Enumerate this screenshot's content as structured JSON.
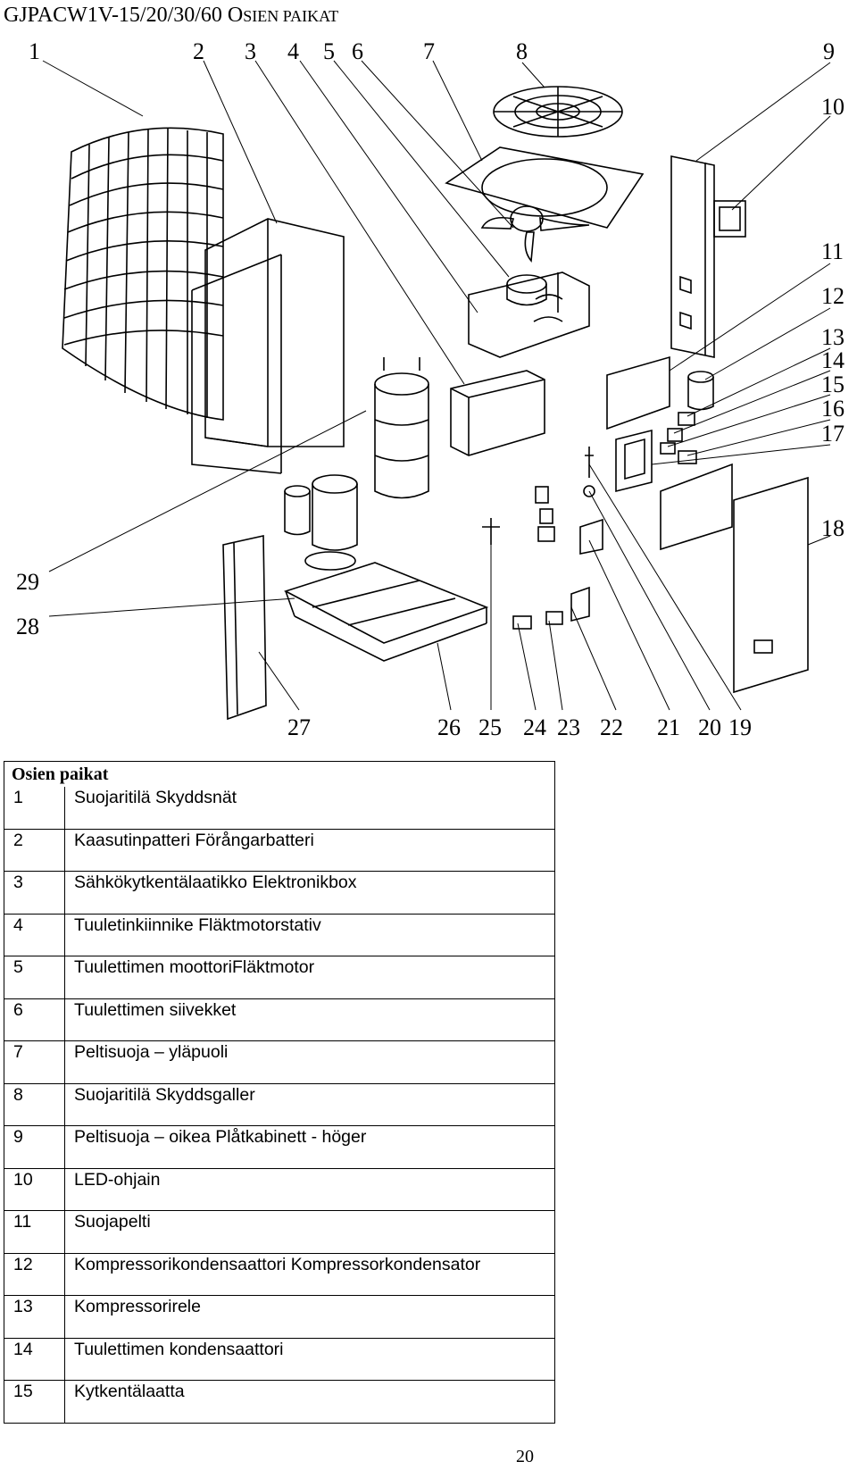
{
  "document": {
    "title_prefix": "GJPACW1V-15/20/30/60 O",
    "title_smallcaps": "SIEN PAIKAT",
    "page_number": "20"
  },
  "diagram": {
    "callouts": [
      "1",
      "2",
      "3",
      "4",
      "5",
      "6",
      "7",
      "8",
      "9",
      "10",
      "11",
      "12",
      "13",
      "14",
      "15",
      "16",
      "17",
      "18",
      "19",
      "20",
      "21",
      "22",
      "23",
      "24",
      "25",
      "26",
      "27",
      "28",
      "29"
    ]
  },
  "parts_table": {
    "heading": "Osien paikat",
    "rows": [
      {
        "num": "1",
        "name": "Suojaritilä Skyddsnät"
      },
      {
        "num": "2",
        "name": "Kaasutinpatteri Förångarbatteri"
      },
      {
        "num": "3",
        "name": "Sähkökytkentälaatikko Elektronikbox"
      },
      {
        "num": "4",
        "name": "Tuuletinkiinnike Fläktmotorstativ"
      },
      {
        "num": "5",
        "name": "Tuulettimen moottoriFläktmotor"
      },
      {
        "num": "6",
        "name": "Tuulettimen siivekket"
      },
      {
        "num": "7",
        "name": "Peltisuoja – yläpuoli"
      },
      {
        "num": "8",
        "name": "Suojaritilä Skyddsgaller"
      },
      {
        "num": "9",
        "name": "Peltisuoja – oikea Plåtkabinett - höger"
      },
      {
        "num": "10",
        "name": "LED-ohjain"
      },
      {
        "num": "11",
        "name": "Suojapelti"
      },
      {
        "num": "12",
        "name": "Kompressorikondensaattori Kompressorkondensator"
      },
      {
        "num": "13",
        "name": "Kompressorirele"
      },
      {
        "num": "14",
        "name": "Tuulettimen kondensaattori"
      },
      {
        "num": "15",
        "name": "Kytkentälaatta"
      }
    ]
  }
}
